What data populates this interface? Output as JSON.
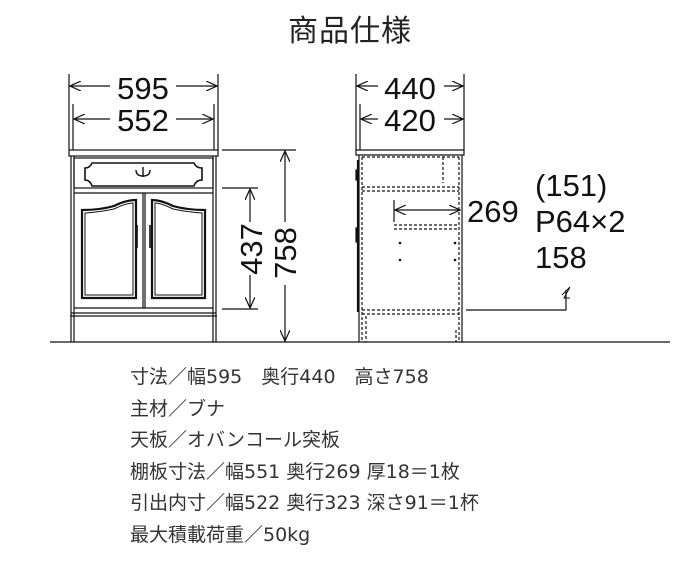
{
  "title": "商品仕様",
  "front_view": {
    "outer_width": "595",
    "inner_width": "552",
    "door_height": "437",
    "total_height": "758"
  },
  "side_view": {
    "outer_depth": "440",
    "inner_depth": "420",
    "shelf_depth": "269",
    "shelf_pitch_top": "(151)",
    "shelf_pitch": "P64×2",
    "shelf_pitch_bottom": "158"
  },
  "specs": [
    "寸法／幅595　奥行440　高さ758",
    "主材／ブナ",
    "天板／オバンコール突板",
    "棚板寸法／幅551 奥行269 厚18＝1枚",
    "引出内寸／幅522 奥行323 深さ91＝1杯",
    "最大積載荷重／50kg"
  ]
}
